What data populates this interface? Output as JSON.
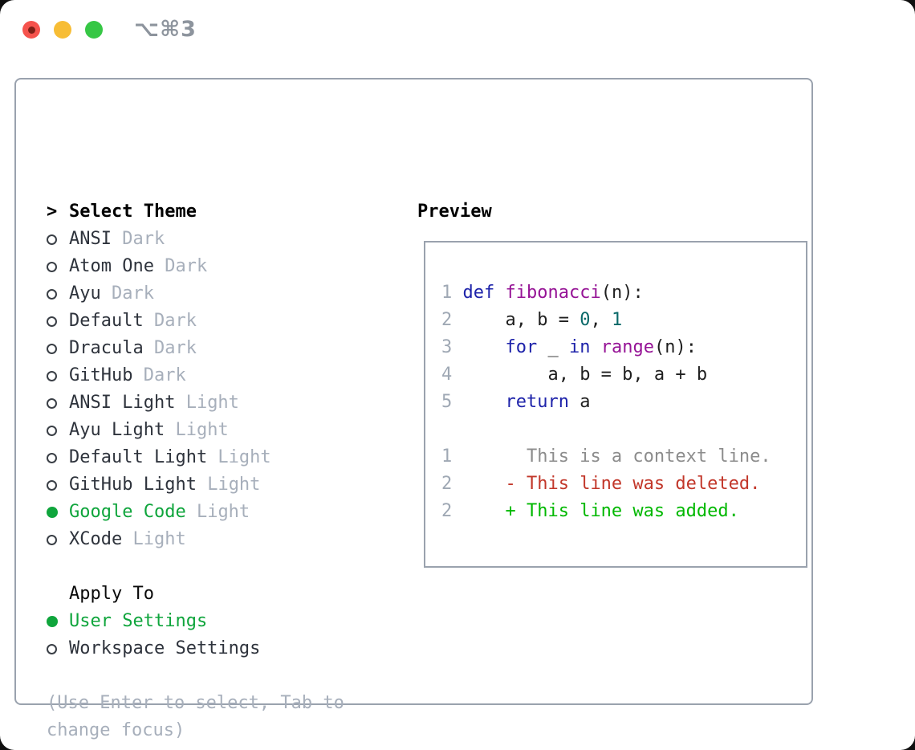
{
  "window": {
    "title": "⌥⌘3"
  },
  "theme_list": {
    "prompt": ">",
    "header": "Select Theme",
    "items": [
      {
        "name": "ANSI",
        "variant": "Dark",
        "selected": false
      },
      {
        "name": "Atom One",
        "variant": "Dark",
        "selected": false
      },
      {
        "name": "Ayu",
        "variant": "Dark",
        "selected": false
      },
      {
        "name": "Default",
        "variant": "Dark",
        "selected": false
      },
      {
        "name": "Dracula",
        "variant": "Dark",
        "selected": false
      },
      {
        "name": "GitHub",
        "variant": "Dark",
        "selected": false
      },
      {
        "name": "ANSI Light",
        "variant": "Light",
        "selected": false
      },
      {
        "name": "Ayu Light",
        "variant": "Light",
        "selected": false
      },
      {
        "name": "Default Light",
        "variant": "Light",
        "selected": false
      },
      {
        "name": "GitHub Light",
        "variant": "Light",
        "selected": false
      },
      {
        "name": "Google Code",
        "variant": "Light",
        "selected": true
      },
      {
        "name": "XCode",
        "variant": "Light",
        "selected": false
      }
    ]
  },
  "apply_to": {
    "header": "Apply To",
    "options": [
      {
        "label": "User Settings",
        "selected": true
      },
      {
        "label": "Workspace Settings",
        "selected": false
      }
    ]
  },
  "help": {
    "lines": [
      "(Use Enter to select, Tab to",
      "change focus)"
    ]
  },
  "preview": {
    "title": "Preview",
    "lines": [
      {
        "num": "1",
        "segments": [
          [
            "def",
            "kw"
          ],
          [
            " ",
            "pl"
          ],
          [
            "fibonacci",
            "fn"
          ],
          [
            "(n):",
            "pl"
          ]
        ]
      },
      {
        "num": "2",
        "segments": [
          [
            "    a, b = ",
            "pl"
          ],
          [
            "0",
            "lit"
          ],
          [
            ", ",
            "pl"
          ],
          [
            "1",
            "lit"
          ]
        ]
      },
      {
        "num": "3",
        "segments": [
          [
            "    ",
            "pl"
          ],
          [
            "for",
            "kw"
          ],
          [
            " _ ",
            "pl"
          ],
          [
            "in",
            "kw"
          ],
          [
            " ",
            "pl"
          ],
          [
            "range",
            "fn"
          ],
          [
            "(n):",
            "pl"
          ]
        ]
      },
      {
        "num": "4",
        "segments": [
          [
            "        a, b = b, a + b",
            "pl"
          ]
        ]
      },
      {
        "num": "5",
        "segments": [
          [
            "    ",
            "pl"
          ],
          [
            "return",
            "kw"
          ],
          [
            " a",
            "pl"
          ]
        ]
      },
      {
        "num": "",
        "segments": []
      },
      {
        "num": "1",
        "segments": [
          [
            "      This is a context line.",
            "ctx"
          ]
        ]
      },
      {
        "num": "2",
        "segments": [
          [
            "    - This line was deleted.",
            "del"
          ]
        ]
      },
      {
        "num": "2",
        "segments": [
          [
            "    + This line was added.",
            "add"
          ]
        ]
      }
    ]
  },
  "colors": {
    "accent_green": "#0fa53c",
    "diff_added": "#00b800",
    "diff_deleted": "#c2372a",
    "context_gray": "#8c8c8c",
    "keyword_blue": "#1e23aa",
    "function_purple": "#961496",
    "literal_teal": "#0a6969",
    "muted_gray": "#a7afbb",
    "line_number_gray": "#9fa8b4",
    "border_gray": "#9aa2ae"
  }
}
